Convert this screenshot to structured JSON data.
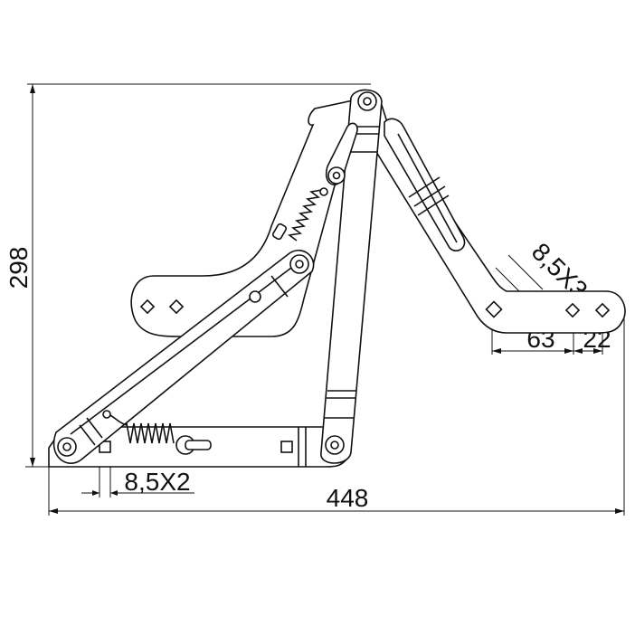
{
  "dimensions": {
    "height": "298",
    "width": "448",
    "base_hole": "8,5X2",
    "top_hole": "8,5X3",
    "spacing_left": "63",
    "spacing_right": "22"
  },
  "colors": {
    "line": "#111111",
    "background": "#ffffff"
  }
}
